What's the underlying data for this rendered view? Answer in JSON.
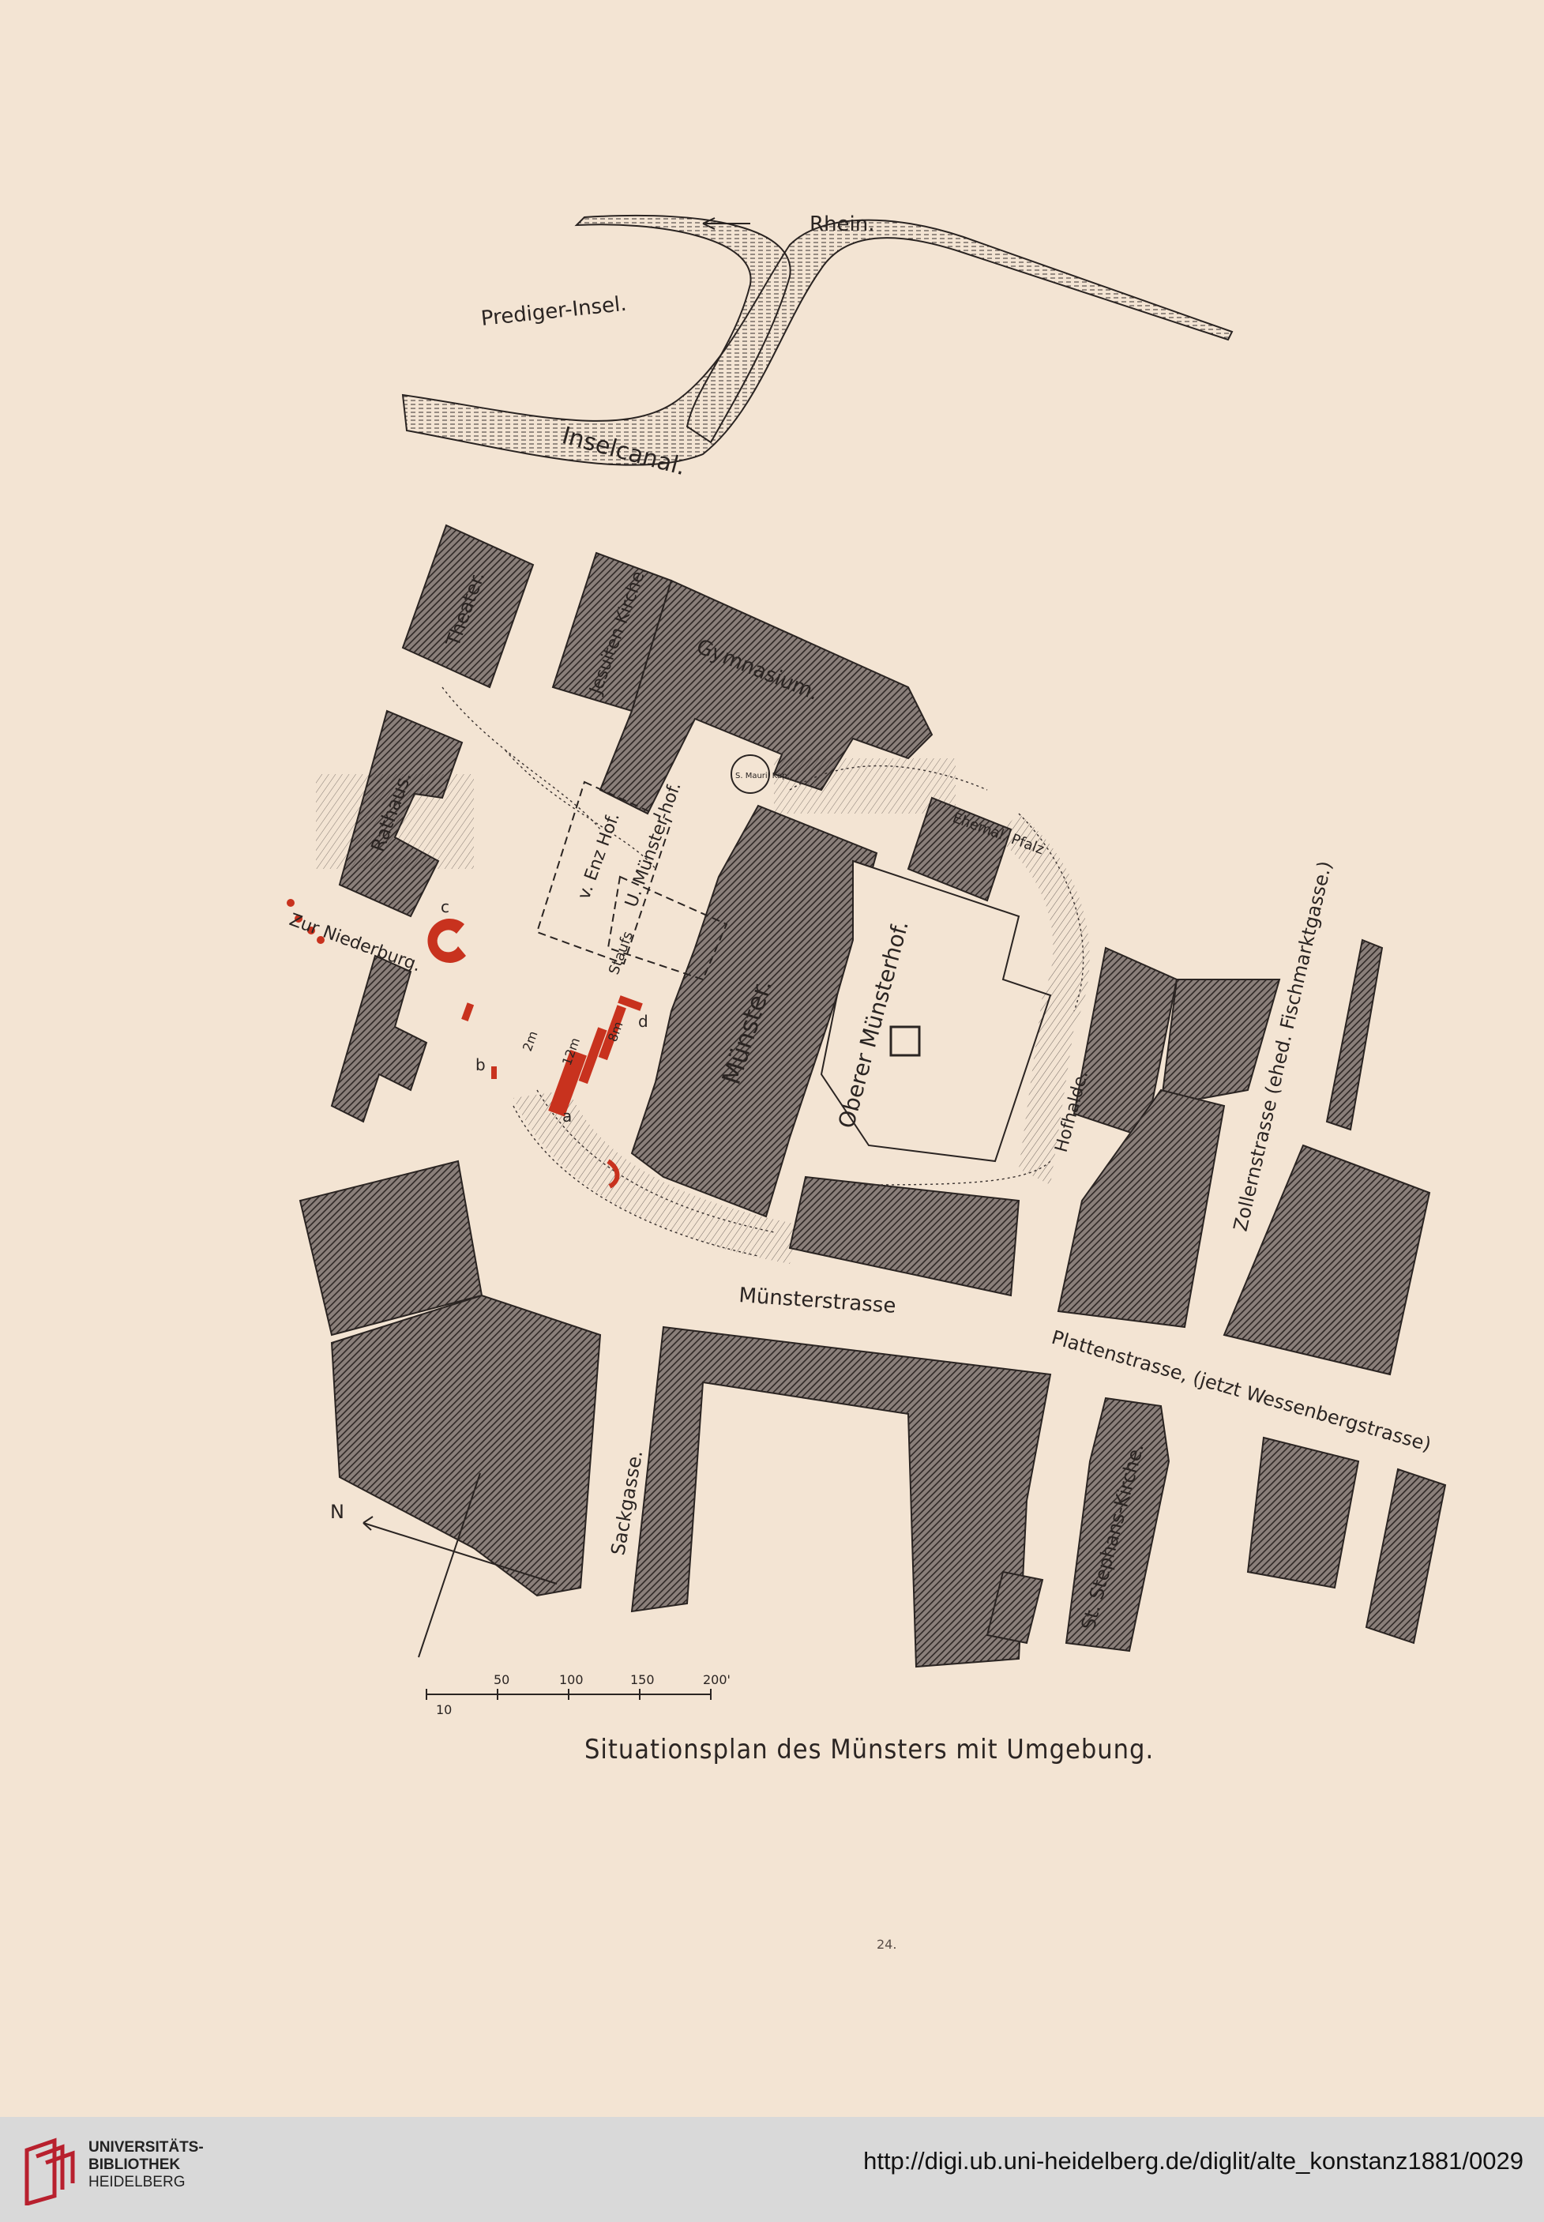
{
  "map": {
    "labels": {
      "rhein": "Rhein.",
      "prediger_insel": "Prediger-Insel.",
      "inselcanal": "Inselcanal.",
      "theater": "Theater.",
      "jesuiten_kirche": "Jesuiten Kirche.",
      "gymnasium": "Gymnasium.",
      "mauritius_kap": "S. Mauril Kap.",
      "rathaus": "Rathaus.",
      "zur_niederburg": "Zur Niederburg.",
      "v_enz_hof": "v. Enz Hof.",
      "u_muensterhof": "U. Münster-hof.",
      "staufs": "Staufs",
      "muenster": "Münster.",
      "oberer_muensterhof": "Oberer Münsterhof.",
      "ehemal_pfalz": "Ehemal. Pfalz",
      "hofhalde": "Hofhalde.",
      "zollernstrasse": "Zollernstrasse (ehed. Fischmarktgasse.)",
      "muensterstrasse": "Münsterstrasse",
      "plattenstrasse": "Plattenstrasse, (jetzt Wessenbergstrasse)",
      "sackgasse": "Sackgasse.",
      "st_stephans_kirche": "St. Stephans-Kirche.",
      "north": "N"
    },
    "markers": {
      "a": "a",
      "b": "b",
      "c": "c",
      "d": "d",
      "m2": "2m",
      "m12": "12m",
      "m8": "8m"
    },
    "scale": {
      "ticks": [
        "10",
        "50",
        "100",
        "150",
        "200'"
      ]
    },
    "colors": {
      "ink": "#2a2422",
      "red": "#c8321e",
      "paper": "#f3e4d3",
      "building_fill": "#6e6360"
    }
  },
  "caption": "Situationsplan des Münsters mit Umgebung.",
  "page_number": "24.",
  "footer": {
    "library_line1": "UNIVERSITÄTS-",
    "library_line2": "BIBLIOTHEK",
    "library_line3": "HEIDELBERG",
    "url": "http://digi.ub.uni-heidelberg.de/diglit/alte_konstanz1881/0029"
  }
}
